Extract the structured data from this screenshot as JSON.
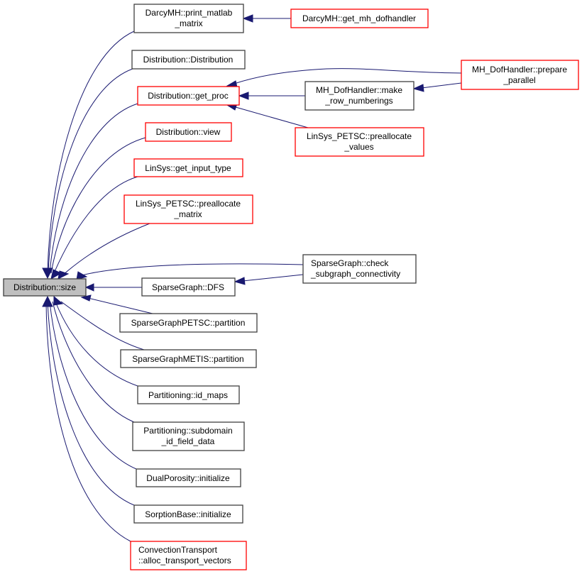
{
  "root": {
    "lines": [
      "Distribution::size"
    ]
  },
  "callers": {
    "print_matlab_matrix": {
      "lines": [
        "DarcyMH::print_matlab",
        "_matrix"
      ]
    },
    "distribution_ctor": {
      "lines": [
        "Distribution::Distribution"
      ]
    },
    "get_proc": {
      "lines": [
        "Distribution::get_proc"
      ]
    },
    "view": {
      "lines": [
        "Distribution::view"
      ]
    },
    "get_input_type": {
      "lines": [
        "LinSys::get_input_type"
      ]
    },
    "preallocate_matrix": {
      "lines": [
        "LinSys_PETSC::preallocate",
        "_matrix"
      ]
    },
    "dfs": {
      "lines": [
        "SparseGraph::DFS"
      ]
    },
    "petsc_partition": {
      "lines": [
        "SparseGraphPETSC::partition"
      ]
    },
    "metis_partition": {
      "lines": [
        "SparseGraphMETIS::partition"
      ]
    },
    "id_maps": {
      "lines": [
        "Partitioning::id_maps"
      ]
    },
    "subdomain_id_field_data": {
      "lines": [
        "Partitioning::subdomain",
        "_id_field_data"
      ]
    },
    "dual_porosity_initialize": {
      "lines": [
        "DualPorosity::initialize"
      ]
    },
    "sorption_initialize": {
      "lines": [
        "SorptionBase::initialize"
      ]
    },
    "alloc_transport_vectors": {
      "lines": [
        "ConvectionTransport",
        "::alloc_transport_vectors"
      ]
    },
    "get_mh_dofhandler": {
      "lines": [
        "DarcyMH::get_mh_dofhandler"
      ]
    },
    "prepare_parallel": {
      "lines": [
        "MH_DofHandler::prepare",
        "_parallel"
      ]
    },
    "make_row_numberings": {
      "lines": [
        "MH_DofHandler::make",
        "_row_numberings"
      ]
    },
    "preallocate_values": {
      "lines": [
        "LinSys_PETSC::preallocate",
        "_values"
      ]
    },
    "check_subgraph_connectivity": {
      "lines": [
        "SparseGraph::check",
        "_subgraph_connectivity"
      ]
    }
  },
  "colors": {
    "edge": "#191970",
    "truncated_border": "#ff0000",
    "normal_border": "#404040",
    "root_fill": "#bfbfbf"
  }
}
